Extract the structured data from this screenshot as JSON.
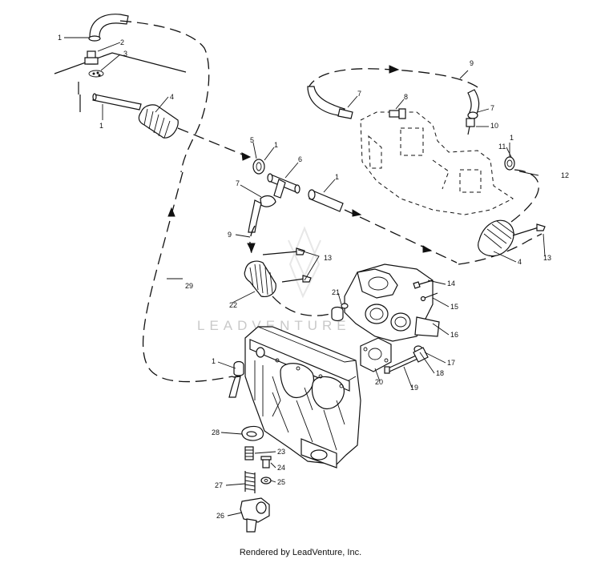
{
  "watermark": {
    "text": "LEADVENTURE"
  },
  "footer": {
    "text": "Rendered by LeadVenture, Inc."
  },
  "callouts": {
    "c1a": "1",
    "c2": "2",
    "c3": "3",
    "c4a": "4",
    "c1b": "1",
    "c5": "5",
    "c1c": "1",
    "c6": "6",
    "c7a": "7",
    "c1d": "1",
    "c9a": "9",
    "c13a": "13",
    "c22": "22",
    "c29": "29",
    "c21": "21",
    "c1e": "1",
    "c9b": "9",
    "c7b": "7",
    "c8": "8",
    "c7c": "7",
    "c10": "10",
    "c1f": "1",
    "c11": "11",
    "c12": "12",
    "c4b": "4",
    "c13b": "13",
    "c14": "14",
    "c15": "15",
    "c16": "16",
    "c17": "17",
    "c18": "18",
    "c19": "19",
    "c20": "20",
    "c28": "28",
    "c23": "23",
    "c24": "24",
    "c25": "25",
    "c27": "27",
    "c26": "26"
  }
}
